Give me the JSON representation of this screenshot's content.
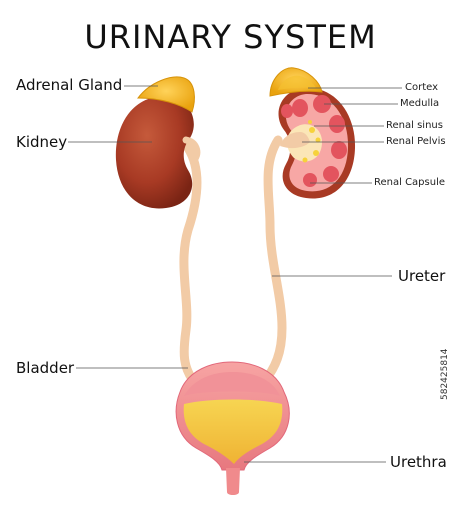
{
  "title": "URINARY SYSTEM",
  "labels": {
    "adrenal_gland": "Adrenal Gland",
    "kidney": "Kidney",
    "bladder": "Bladder",
    "cortex": "Cortex",
    "medulla": "Medulla",
    "renal_sinus": "Renal sinus",
    "renal_pelvis": "Renal Pelvis",
    "renal_capsule": "Renal Capsule",
    "ureter": "Ureter",
    "urethra": "Urethra"
  },
  "stock_id": "582425814",
  "colors": {
    "kidney": "#a83a24",
    "adrenal": "#f2b418",
    "ureter": "#f2cba6",
    "bladder": "#f08a8c",
    "urine": "#f5d12a",
    "medulla": "#e3545e",
    "cortex_cut": "#f7a7a5"
  }
}
